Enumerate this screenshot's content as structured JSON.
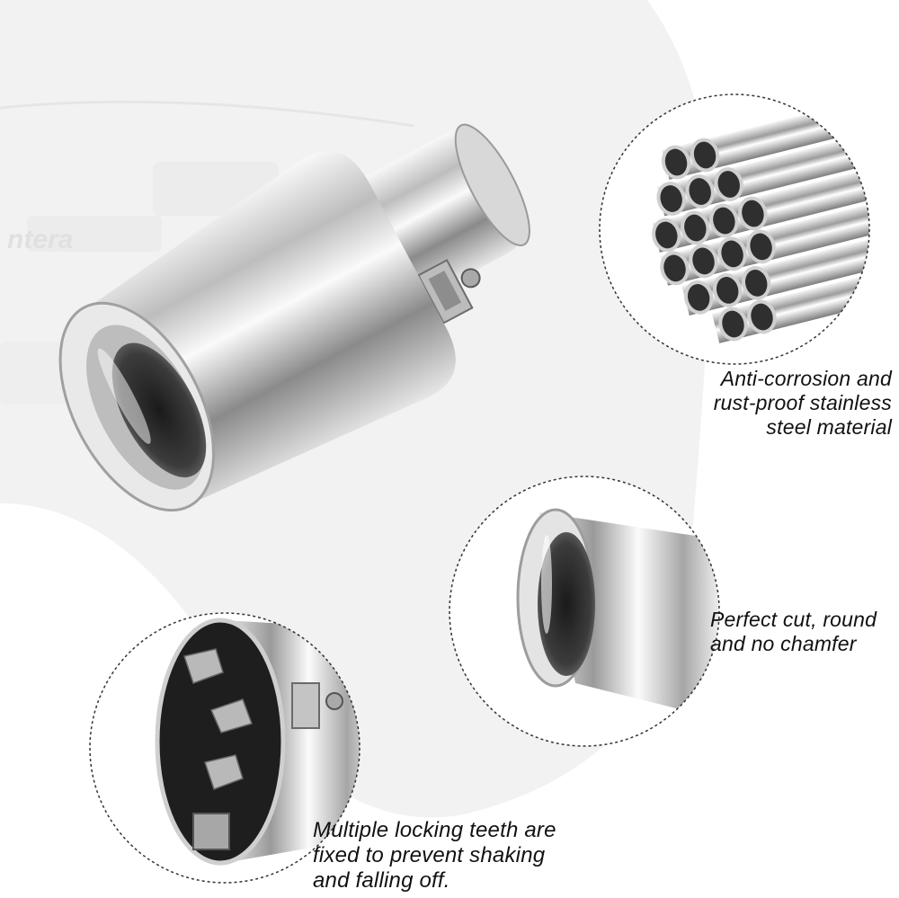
{
  "callouts": {
    "material": {
      "line1": "Anti-corrosion and",
      "line2": "rust-proof stainless",
      "line3": "steel material"
    },
    "cut": {
      "line1": "Perfect cut, round",
      "line2": "and no chamfer"
    },
    "teeth": {
      "line1": "Multiple locking teeth are",
      "line2": "fixed to prevent shaking",
      "line3": "and falling off."
    }
  },
  "background_watermark": "ntera",
  "colors": {
    "background": "#ffffff",
    "car_body": "#f2f2f2",
    "chrome_light": "#f4f4f4",
    "chrome_dark": "#3a3a3a",
    "circle_border": "#333333",
    "text": "#111111"
  }
}
